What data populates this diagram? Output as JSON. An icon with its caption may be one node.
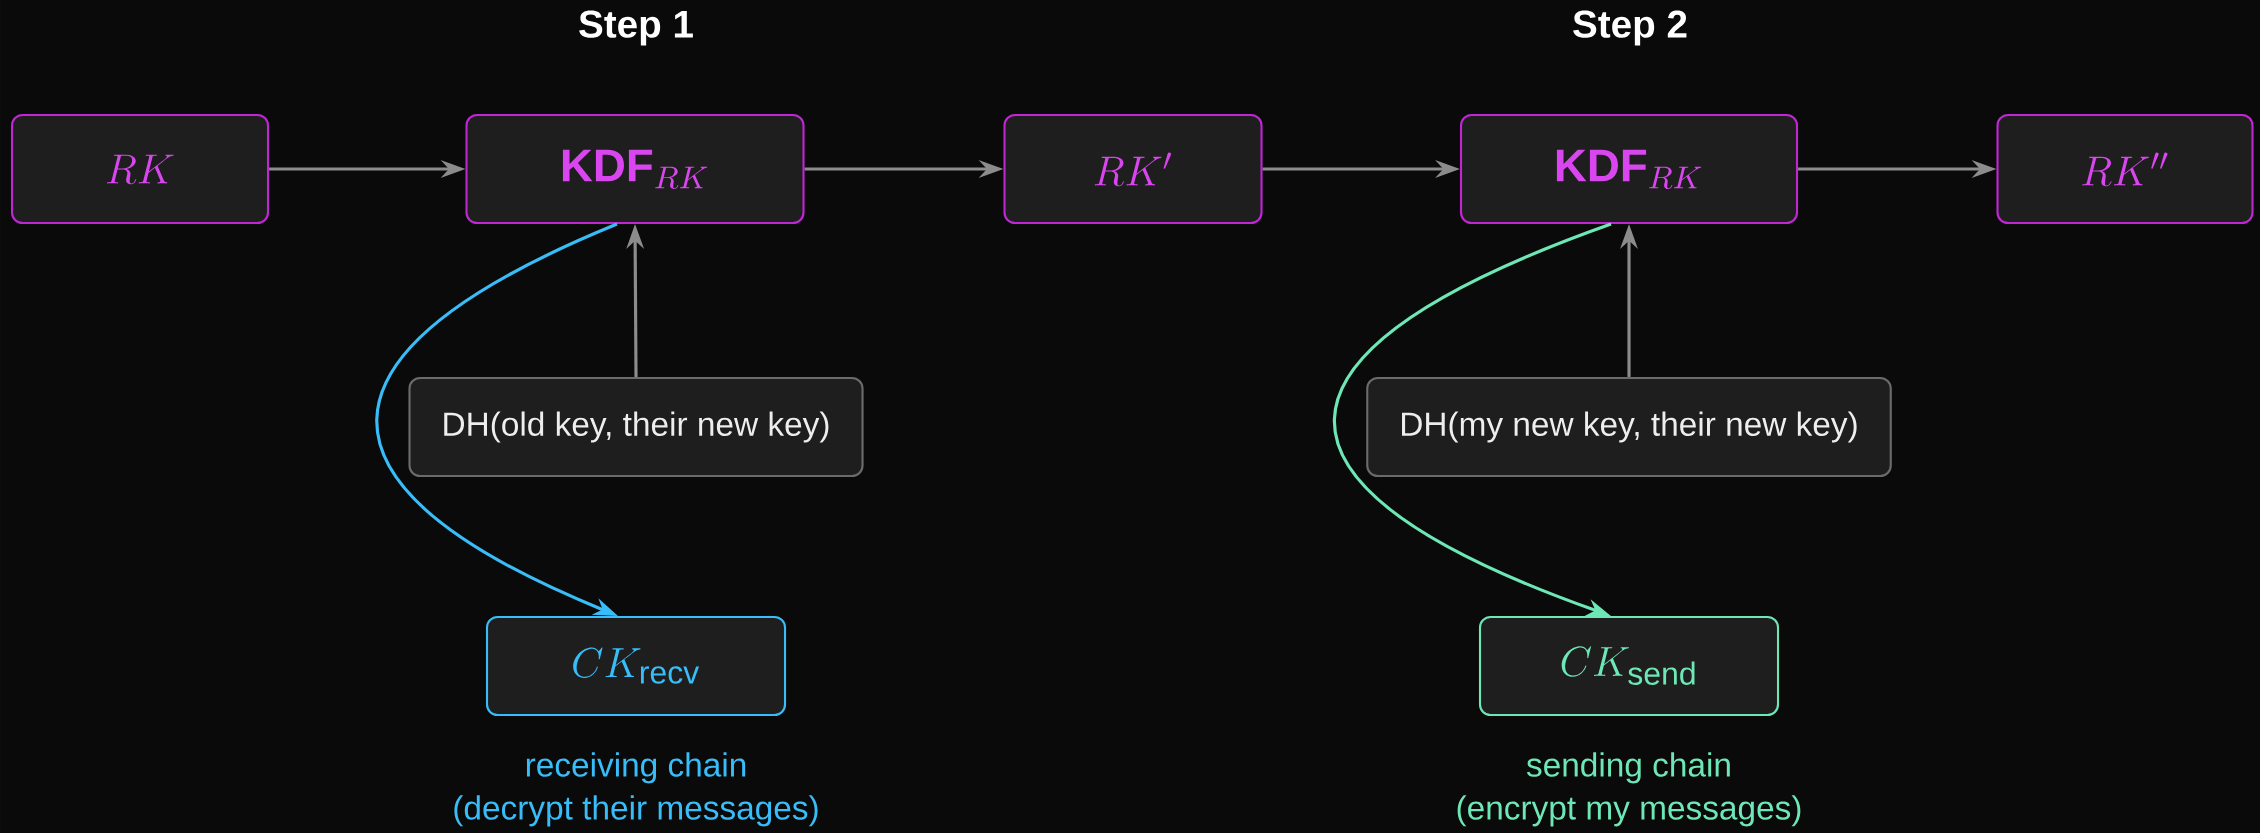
{
  "diagram": {
    "nodes": [
      {
        "text": [
          "RK"
        ]
      },
      {
        "text": [
          "\\textbf{KDF}_{RK}"
        ]
      },
      {
        "text": [
          "RK'"
        ]
      },
      {
        "text": [
          "\\textbf{KDF}_{RK}"
        ]
      },
      {
        "text": [
          "RK''"
        ]
      },
      {
        "text": [
          "DH(old key, their new key)"
        ]
      },
      {
        "text": [
          "DH(my new key, their new key)"
        ]
      },
      {
        "text": [
          "CK_{\\text{recv}}"
        ],
        "beside": [
          "receiving chain",
          "(decrypt their messages)"
        ]
      },
      {
        "text": [
          "CK_{\\text{send}}"
        ],
        "beside": [
          "sending chain",
          "(encrypt my messages)"
        ]
      }
    ],
    "edges": [
      {
        "from": 0,
        "to": 1,
        "arrow": "to"
      },
      {
        "from": 1,
        "to": 2,
        "arrow": "to"
      },
      {
        "from": 2,
        "to": 3,
        "arrow": "to"
      },
      {
        "from": 3,
        "to": 4,
        "arrow": "to"
      },
      {
        "from": 5,
        "to": 1,
        "arrow": "to"
      },
      {
        "from": 1,
        "to": 7,
        "arrow": "to",
        "color": "#38bdf8"
      },
      {
        "from": 6,
        "to": 3,
        "arrow": "to"
      },
      {
        "from": 3,
        "to": 8,
        "arrow": "to",
        "color": "#6ee7b7"
      }
    ],
    "labels": [
      "Step 1",
      "Step 2"
    ]
  }
}
